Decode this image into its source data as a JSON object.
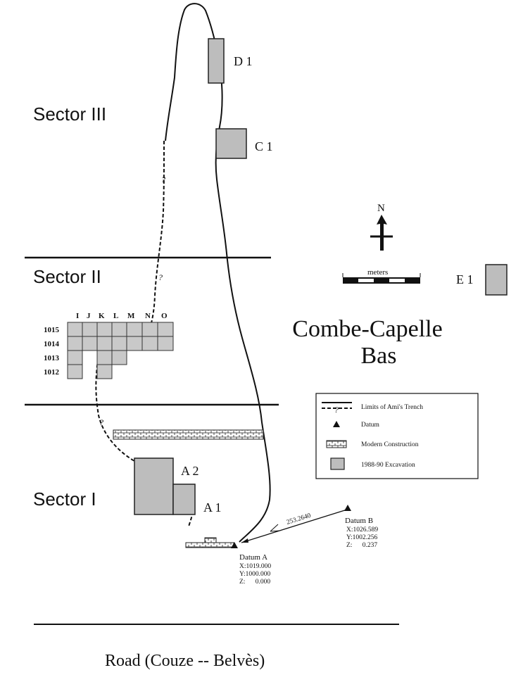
{
  "title": {
    "line1": "Combe-Capelle",
    "line2": "Bas"
  },
  "sectors": {
    "s1": "Sector I",
    "s2": "Sector II",
    "s3": "Sector III"
  },
  "units": {
    "a1": "A 1",
    "a2": "A 2",
    "c1": "C 1",
    "d1": "D 1",
    "e1": "E 1"
  },
  "grid": {
    "columns": [
      "I",
      "J",
      "K",
      "L",
      "M",
      "N",
      "O"
    ],
    "rows": [
      "1015",
      "1014",
      "1013",
      "1012"
    ]
  },
  "north": "N",
  "scale_label": "meters",
  "question_mark": "?",
  "legend": {
    "trench": "Limits of Ami's Trench",
    "datum": "Datum",
    "construction": "Modern Construction",
    "excavation": "1988-90 Excavation"
  },
  "datum_a": {
    "name": "Datum A",
    "x": "X:1019.000",
    "y": "Y:1000.000",
    "z": "Z:      0.000"
  },
  "datum_b": {
    "name": "Datum B",
    "x": "X:1026.589",
    "y": "Y:1002.256",
    "z": "Z:      0.237"
  },
  "bearing": "253.2640",
  "road": "Road (Couze -- Belvès)"
}
